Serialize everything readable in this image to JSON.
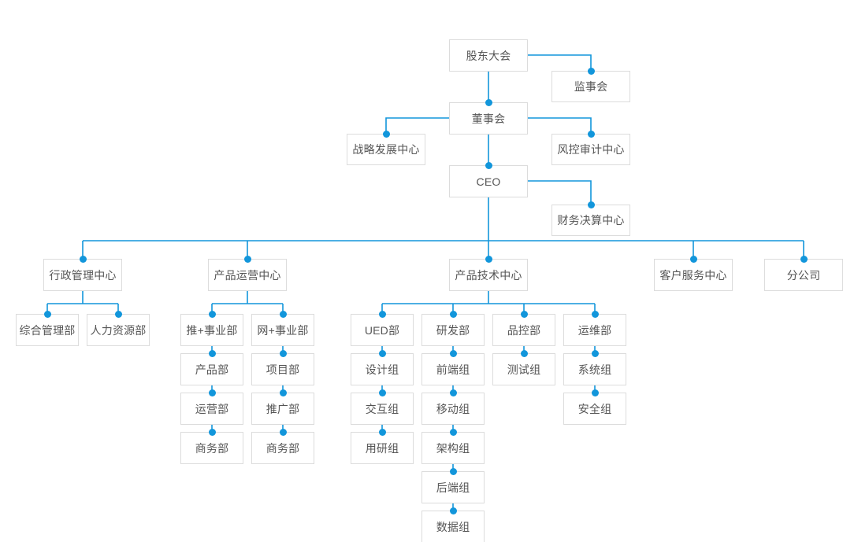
{
  "chart_data": {
    "type": "diagram",
    "diagram_type": "organization-chart",
    "title": "",
    "orientation": "top-down",
    "colors": {
      "connector": "#1296db",
      "node_border": "#dcdcdc",
      "node_background": "#ffffff",
      "node_text": "#555555",
      "canvas_background": "#ffffff"
    },
    "node_size": {
      "default_width": 100,
      "default_height": 40
    },
    "levels": [
      {
        "level": 1,
        "labels": [
          "股东大会"
        ]
      },
      {
        "level": 2,
        "labels": [
          "监事会",
          "董事会"
        ]
      },
      {
        "level": 3,
        "labels": [
          "战略发展中心",
          "风控审计中心",
          "CEO"
        ]
      },
      {
        "level": 4,
        "labels": [
          "财务决算中心"
        ]
      },
      {
        "level": 5,
        "labels": [
          "行政管理中心",
          "产品运营中心",
          "产品技术中心",
          "客户服务中心",
          "分公司"
        ]
      },
      {
        "level": 6,
        "labels": [
          "综合管理部",
          "人力资源部",
          "推+事业部",
          "网+事业部",
          "UED部",
          "研发部",
          "品控部",
          "运维部"
        ]
      },
      {
        "level": 7,
        "labels": [
          "产品部",
          "项目部",
          "设计组",
          "前端组",
          "测试组",
          "系统组"
        ]
      },
      {
        "level": 8,
        "labels": [
          "运营部",
          "推广部",
          "交互组",
          "移动组",
          "安全组"
        ]
      },
      {
        "level": 9,
        "labels": [
          "商务部",
          "商务部",
          "用研组",
          "架构组"
        ]
      },
      {
        "level": 10,
        "labels": [
          "后端组"
        ]
      },
      {
        "level": 11,
        "labels": [
          "数据组"
        ]
      }
    ],
    "edges": [
      {
        "from": "股东大会",
        "to": "监事会",
        "style": "elbow-right"
      },
      {
        "from": "股东大会",
        "to": "董事会",
        "style": "vertical"
      },
      {
        "from": "董事会",
        "to": "战略发展中心",
        "style": "elbow-left"
      },
      {
        "from": "董事会",
        "to": "风控审计中心",
        "style": "elbow-right"
      },
      {
        "from": "董事会",
        "to": "CEO",
        "style": "vertical"
      },
      {
        "from": "CEO",
        "to": "财务决算中心",
        "style": "elbow-right"
      },
      {
        "from": "CEO",
        "to": "行政管理中心",
        "style": "bus"
      },
      {
        "from": "CEO",
        "to": "产品运营中心",
        "style": "bus"
      },
      {
        "from": "CEO",
        "to": "产品技术中心",
        "style": "bus"
      },
      {
        "from": "CEO",
        "to": "客户服务中心",
        "style": "bus"
      },
      {
        "from": "CEO",
        "to": "分公司",
        "style": "bus"
      },
      {
        "from": "行政管理中心",
        "to": "综合管理部",
        "style": "bus"
      },
      {
        "from": "行政管理中心",
        "to": "人力资源部",
        "style": "bus"
      },
      {
        "from": "产品运营中心",
        "to": "推+事业部",
        "style": "bus"
      },
      {
        "from": "产品运营中心",
        "to": "网+事业部",
        "style": "bus"
      },
      {
        "from": "产品技术中心",
        "to": "UED部",
        "style": "bus"
      },
      {
        "from": "产品技术中心",
        "to": "研发部",
        "style": "bus"
      },
      {
        "from": "产品技术中心",
        "to": "品控部",
        "style": "bus"
      },
      {
        "from": "产品技术中心",
        "to": "运维部",
        "style": "bus"
      },
      {
        "from": "推+事业部",
        "to": "产品部",
        "style": "vertical"
      },
      {
        "from": "产品部",
        "to": "运营部",
        "style": "vertical"
      },
      {
        "from": "运营部",
        "to": "商务部",
        "style": "vertical"
      },
      {
        "from": "网+事业部",
        "to": "项目部",
        "style": "vertical"
      },
      {
        "from": "项目部",
        "to": "推广部",
        "style": "vertical"
      },
      {
        "from": "推广部",
        "to": "商务部",
        "style": "vertical"
      },
      {
        "from": "UED部",
        "to": "设计组",
        "style": "vertical"
      },
      {
        "from": "设计组",
        "to": "交互组",
        "style": "vertical"
      },
      {
        "from": "交互组",
        "to": "用研组",
        "style": "vertical"
      },
      {
        "from": "研发部",
        "to": "前端组",
        "style": "vertical"
      },
      {
        "from": "前端组",
        "to": "移动组",
        "style": "vertical"
      },
      {
        "from": "移动组",
        "to": "架构组",
        "style": "vertical"
      },
      {
        "from": "架构组",
        "to": "后端组",
        "style": "vertical"
      },
      {
        "from": "后端组",
        "to": "数据组",
        "style": "vertical"
      },
      {
        "from": "品控部",
        "to": "测试组",
        "style": "vertical"
      },
      {
        "from": "运维部",
        "to": "系统组",
        "style": "vertical"
      },
      {
        "from": "系统组",
        "to": "安全组",
        "style": "vertical"
      }
    ]
  },
  "nodes": {
    "shareholders_meeting": {
      "label": "股东大会"
    },
    "supervisory_board": {
      "label": "监事会"
    },
    "board_of_directors": {
      "label": "董事会"
    },
    "strategy_development_center": {
      "label": "战略发展中心"
    },
    "risk_audit_center": {
      "label": "风控审计中心"
    },
    "ceo": {
      "label": "CEO"
    },
    "finance_settlement_center": {
      "label": "财务决算中心"
    },
    "admin_management_center": {
      "label": "行政管理中心"
    },
    "product_operation_center": {
      "label": "产品运营中心"
    },
    "product_technology_center": {
      "label": "产品技术中心"
    },
    "customer_service_center": {
      "label": "客户服务中心"
    },
    "branch_company": {
      "label": "分公司"
    },
    "general_management_dept": {
      "label": "综合管理部"
    },
    "human_resources_dept": {
      "label": "人力资源部"
    },
    "tui_business_unit": {
      "label": "推+事业部"
    },
    "wang_business_unit": {
      "label": "网+事业部"
    },
    "product_dept": {
      "label": "产品部"
    },
    "project_dept": {
      "label": "项目部"
    },
    "operation_dept": {
      "label": "运营部"
    },
    "promotion_dept": {
      "label": "推广部"
    },
    "business_dept_left": {
      "label": "商务部"
    },
    "business_dept_right": {
      "label": "商务部"
    },
    "ued_dept": {
      "label": "UED部"
    },
    "rd_dept": {
      "label": "研发部"
    },
    "qa_dept": {
      "label": "品控部"
    },
    "ops_dept": {
      "label": "运维部"
    },
    "design_group": {
      "label": "设计组"
    },
    "frontend_group": {
      "label": "前端组"
    },
    "test_group": {
      "label": "测试组"
    },
    "system_group": {
      "label": "系统组"
    },
    "interaction_group": {
      "label": "交互组"
    },
    "mobile_group": {
      "label": "移动组"
    },
    "security_group": {
      "label": "安全组"
    },
    "user_research_group": {
      "label": "用研组"
    },
    "architecture_group": {
      "label": "架构组"
    },
    "backend_group": {
      "label": "后端组"
    },
    "data_group": {
      "label": "数据组"
    }
  }
}
